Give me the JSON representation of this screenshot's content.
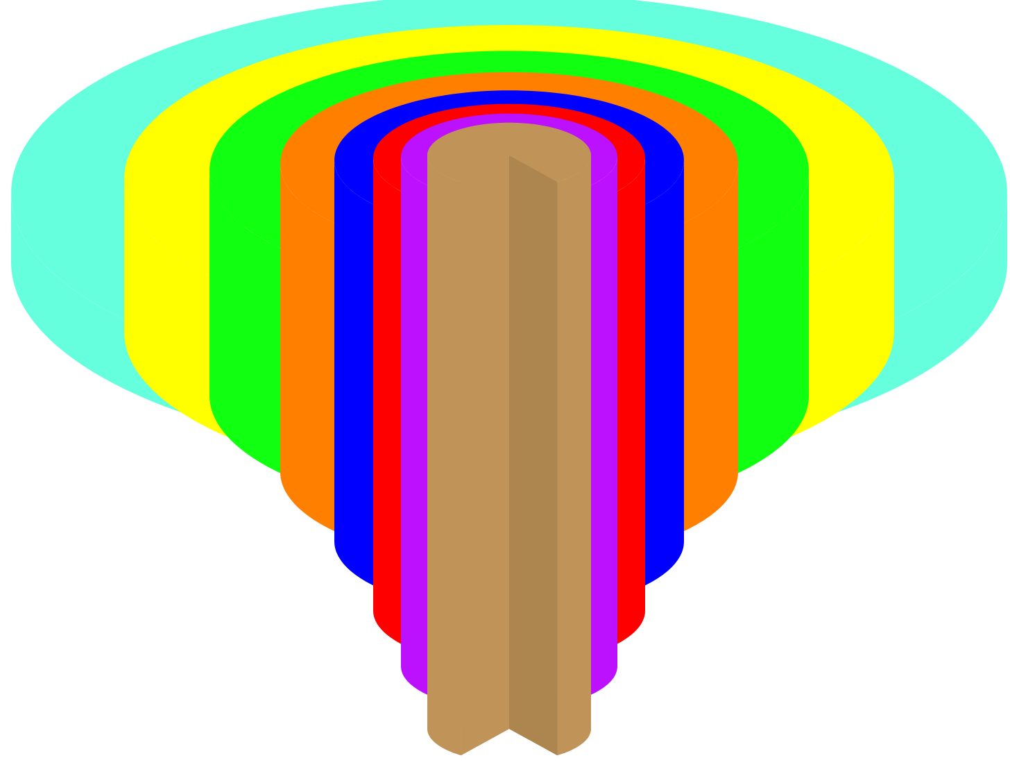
{
  "diagram": {
    "kind": "stepped concentric cylinder cutaway",
    "background": "#ffffff",
    "layers": [
      {
        "id": "outer-layer",
        "color": "#66ffdd"
      },
      {
        "id": "layer-6",
        "color": "#ffff00"
      },
      {
        "id": "layer-5",
        "color": "#11ff11"
      },
      {
        "id": "layer-4",
        "color": "#ff7f00"
      },
      {
        "id": "layer-3",
        "color": "#0000ff"
      },
      {
        "id": "layer-2",
        "color": "#ff0000"
      },
      {
        "id": "layer-1",
        "color": "#bb11ff"
      },
      {
        "id": "core",
        "color": "#c09458"
      }
    ]
  }
}
